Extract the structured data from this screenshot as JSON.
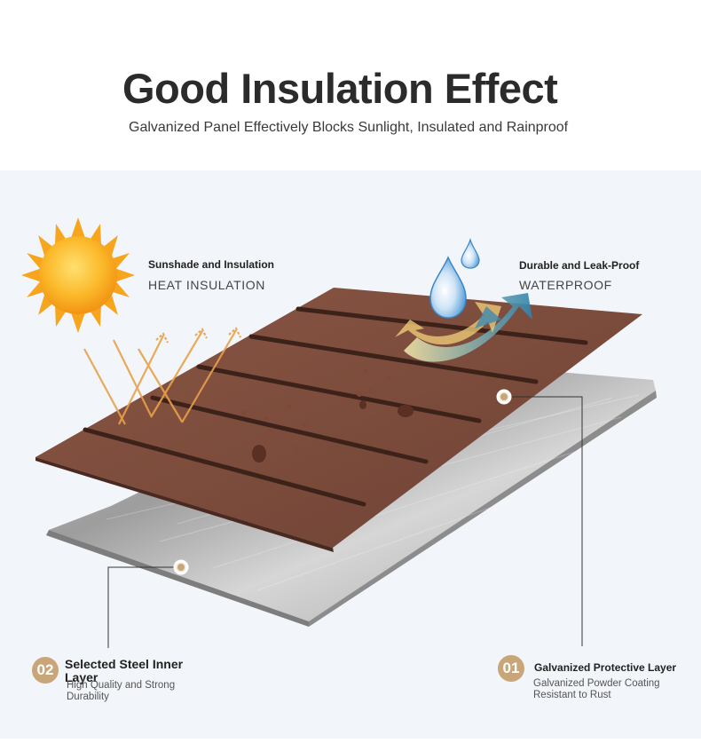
{
  "header": {
    "title": "Good Insulation Effect",
    "subtitle": "Galvanized Panel Effectively Blocks Sunlight, Insulated and Rainproof"
  },
  "features": {
    "heat": {
      "title": "Sunshade and Insulation",
      "caps": "HEAT INSULATION"
    },
    "water": {
      "title": "Durable and Leak-Proof",
      "caps": "WATERPROOF"
    }
  },
  "layers": [
    {
      "number": "02",
      "title": "Selected Steel Inner Layer",
      "description": "High Quality and Strong Durability"
    },
    {
      "number": "01",
      "title": "Galvanized Protective Layer",
      "description": "Galvanized Powder Coating Resistant to Rust"
    }
  ],
  "colors": {
    "badge": "#c9a67a",
    "panel_brown": "#7a4a3a",
    "steel": "#a9a9a9",
    "sun": "#f7b21b",
    "arrow": "#e9a14a",
    "water_arrow": "#3d8ab0"
  },
  "icons": [
    "sun-icon",
    "water-drop-icon",
    "heat-arrow-icon",
    "water-arrow-icon"
  ]
}
